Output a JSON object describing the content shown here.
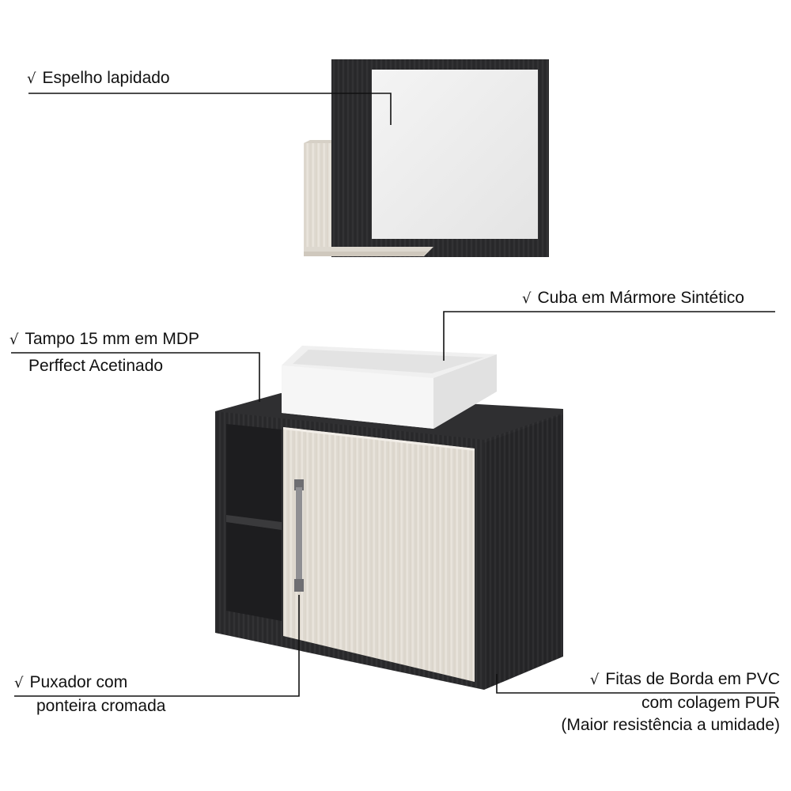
{
  "callouts": {
    "mirror": {
      "check": "√",
      "text": "Espelho lapidado"
    },
    "basin": {
      "check": "√",
      "text": "Cuba em Mármore Sintético"
    },
    "top": {
      "check": "√",
      "text": "Tampo 15 mm em MDP",
      "line2": "Perffect Acetinado"
    },
    "handle": {
      "check": "√",
      "text": "Puxador com",
      "line2": "ponteira cromada"
    },
    "edges": {
      "check": "√",
      "text": "Fitas de Borda em PVC",
      "line2": "com colagem PUR",
      "line3": "(Maior resistência a umidade)"
    }
  },
  "colors": {
    "dark_wood": "#2a2a2c",
    "light_wood": "#e2ddd4",
    "mirror_glass": "#eeeeee",
    "basin": "#f3f3f3",
    "handle": "#8a8a8d"
  }
}
